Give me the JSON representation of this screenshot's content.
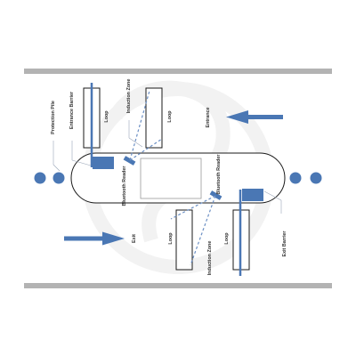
{
  "labels": {
    "protection_pile": "Protection Pile",
    "entrance_barrier": "Entrance Barrier",
    "loop_entrance_left": "Loop",
    "induction_zone_top": "Induction Zone",
    "loop_entrance_right": "Loop",
    "entrance": "Entrance",
    "bluetooth_reader_left": "Bluetooth Reader",
    "bluetooth_reader_right": "Bluetooth Reader",
    "exit": "Exit",
    "loop_exit_left": "Loop",
    "induction_zone_bottom": "Induction Zone",
    "loop_exit_right": "Loop",
    "exit_barrier": "Exit Barrier"
  },
  "colors": {
    "equipment_blue": "#4a77b4",
    "road_edge_gray": "#b3b3b3",
    "outline_black": "#1a1a1a",
    "watermark_gray": "#f3f3f3",
    "label_text": "#333333"
  },
  "icons": {
    "entrance_direction": "arrow-left-icon",
    "exit_direction": "arrow-right-icon",
    "protection_piles": "circle-pile-icon"
  }
}
